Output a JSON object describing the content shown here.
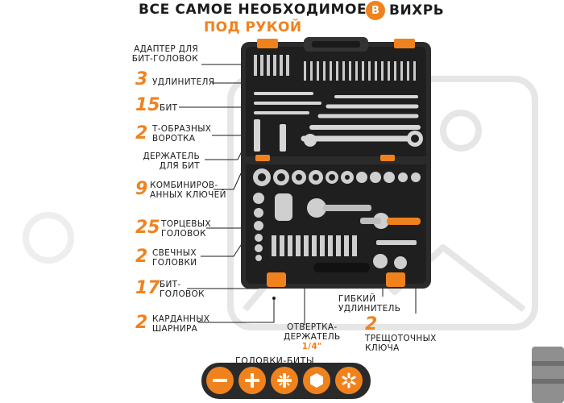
{
  "header": {
    "title": "ВСЕ САМОЕ НЕОБХОДИМОЕ",
    "subtitle": "ПОД РУКОЙ",
    "brand_mark": "В",
    "brand_name": "ВИХРЬ"
  },
  "labels": {
    "adapter_line1": "АДАПТЕР ДЛЯ",
    "adapter_line2": "БИТ-ГОЛОВОК",
    "ext_num": "3",
    "ext_label": "УДЛИНИТЕЛЯ",
    "bits_num": "15",
    "bits_label": "БИТ",
    "t_num": "2",
    "t_line1": "Т-ОБРАЗНЫХ",
    "t_line2": "ВОРОТКА",
    "holder_line1": "ДЕРЖАТЕЛЬ",
    "holder_line2": "ДЛЯ БИТ",
    "combo_num": "9",
    "combo_line1": "КОМБИНИРОВ-",
    "combo_line2": "АННЫХ КЛЮЧЕЙ",
    "sockets_num": "25",
    "sockets_line1": "ТОРЦЕВЫХ",
    "sockets_line2": "ГОЛОВОК",
    "spark_num": "2",
    "spark_line1": "СВЕЧНЫХ",
    "spark_line2": "ГОЛОВКИ",
    "bitheads_num": "17",
    "bitheads_line1": "БИТ-",
    "bitheads_line2": "ГОЛОВОК",
    "cardan_num": "2",
    "cardan_line1": "КАРДАННЫХ",
    "cardan_line2": "ШАРНИРА",
    "screwdriver_line1": "ОТВЕРТКА-",
    "screwdriver_line2": "ДЕРЖАТЕЛЬ",
    "screwdriver_line3": "1/4\"",
    "flex_line1": "ГИБКИЙ",
    "flex_line2": "УДЛИНИТЕЛЬ",
    "ratchet_num": "2",
    "ratchet_line1": "ТРЕЩОТОЧНЫХ",
    "ratchet_line2": "КЛЮЧА"
  },
  "bits": {
    "title": "ГОЛОВКИ-БИТЫ",
    "icons": [
      "slotted-bit-icon",
      "phillips-bit-icon",
      "pozidriv-bit-icon",
      "hex-bit-icon",
      "torx-bit-icon"
    ]
  },
  "colors": {
    "accent": "#f0821e",
    "dark": "#1b1b1b",
    "case": "#2b2b2b"
  }
}
